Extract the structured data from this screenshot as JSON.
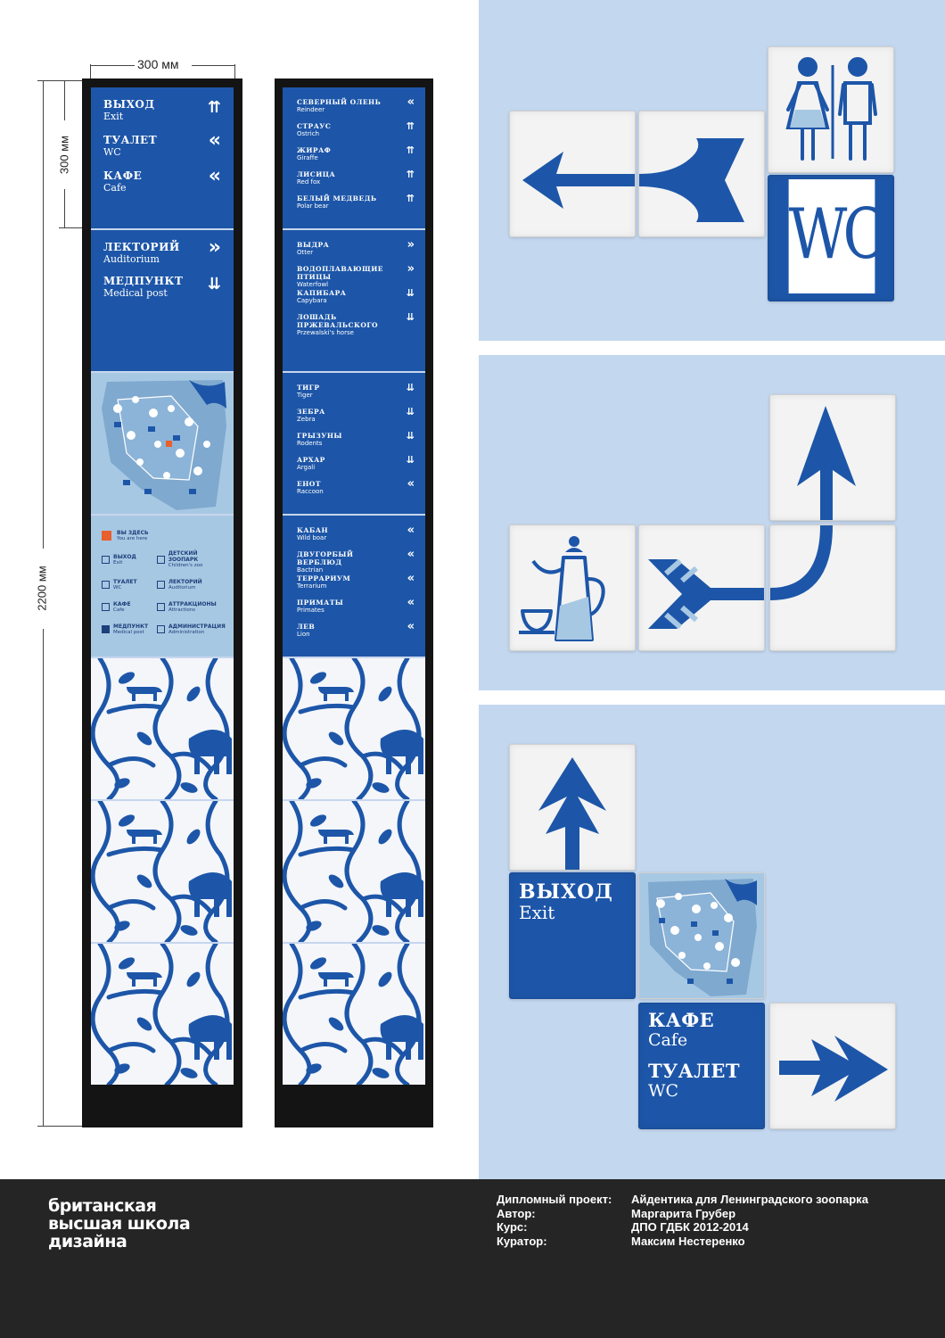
{
  "dimensions": {
    "width_label": "300 мм",
    "tile_height_label": "300 мм",
    "total_height_label": "2200 мм"
  },
  "pylon1": {
    "tile1": [
      {
        "ru": "ВЫХОД",
        "en": "Exit",
        "arrow": "⇈"
      },
      {
        "ru": "ТУАЛЕТ",
        "en": "WC",
        "arrow": "«"
      },
      {
        "ru": "КАФЕ",
        "en": "Cafe",
        "arrow": "«"
      }
    ],
    "tile2": [
      {
        "ru": "ЛЕКТОРИЙ",
        "en": "Auditorium",
        "arrow": "»"
      },
      {
        "ru": "МЕДПУНКТ",
        "en": "Medical post",
        "arrow": "⇊"
      }
    ],
    "legend": {
      "here_ru": "ВЫ ЗДЕСЬ",
      "here_en": "You are here",
      "items": [
        {
          "ru": "ВЫХОД",
          "en": "Exit"
        },
        {
          "ru": "ДЕТСКИЙ ЗООПАРК",
          "en": "Children's zoo"
        },
        {
          "ru": "ТУАЛЕТ",
          "en": "WC"
        },
        {
          "ru": "ЛЕКТОРИЙ",
          "en": "Auditorium"
        },
        {
          "ru": "КАФЕ",
          "en": "Cafe"
        },
        {
          "ru": "АТТРАКЦИОНЫ",
          "en": "Attractions"
        },
        {
          "ru": "МЕДПУНКТ",
          "en": "Medical post"
        },
        {
          "ru": "АДМИНИСТРАЦИЯ",
          "en": "Administration"
        }
      ]
    }
  },
  "pylon2": {
    "tiles": [
      [
        {
          "ru": "СЕВЕРНЫЙ ОЛЕНЬ",
          "en": "Reindeer",
          "arrow": "«"
        },
        {
          "ru": "СТРАУС",
          "en": "Ostrich",
          "arrow": "⇈"
        },
        {
          "ru": "ЖИРАФ",
          "en": "Giraffe",
          "arrow": "⇈"
        },
        {
          "ru": "ЛИСИЦА",
          "en": "Red fox",
          "arrow": "⇈"
        },
        {
          "ru": "БЕЛЫЙ МЕДВЕДЬ",
          "en": "Polar bear",
          "arrow": "⇈"
        }
      ],
      [
        {
          "ru": "ВЫДРА",
          "en": "Otter",
          "arrow": "»"
        },
        {
          "ru": "ВОДОПЛАВАЮЩИЕ ПТИЦЫ",
          "en": "Waterfowl",
          "arrow": "»"
        },
        {
          "ru": "КАПИБАРА",
          "en": "Capybara",
          "arrow": "⇊"
        },
        {
          "ru": "ЛОШАДЬ ПРЖЕВАЛЬСКОГО",
          "en": "Przewalski's horse",
          "arrow": "⇊"
        }
      ],
      [
        {
          "ru": "ТИГР",
          "en": "Tiger",
          "arrow": "⇊"
        },
        {
          "ru": "ЗЕБРА",
          "en": "Zebra",
          "arrow": "⇊"
        },
        {
          "ru": "ГРЫЗУНЫ",
          "en": "Rodents",
          "arrow": "⇊"
        },
        {
          "ru": "АРХАР",
          "en": "Argali",
          "arrow": "⇊"
        },
        {
          "ru": "ЕНОТ",
          "en": "Raccoon",
          "arrow": "«"
        }
      ],
      [
        {
          "ru": "КАБАН",
          "en": "Wild boar",
          "arrow": "«"
        },
        {
          "ru": "ДВУГОРБЫЙ ВЕРБЛЮД",
          "en": "Bactrian",
          "arrow": "«"
        },
        {
          "ru": "ТЕРРАРИУМ",
          "en": "Terrarium",
          "arrow": "«"
        },
        {
          "ru": "ПРИМАТЫ",
          "en": "Primates",
          "arrow": "«"
        },
        {
          "ru": "ЛЕВ",
          "en": "Lion",
          "arrow": "«"
        }
      ]
    ]
  },
  "panel1": {
    "wc_label": "WC"
  },
  "panel3": {
    "exit_ru": "ВЫХОД",
    "exit_en": "Exit",
    "cafe_ru": "КАФЕ",
    "cafe_en": "Cafe",
    "wc_ru": "ТУАЛЕТ",
    "wc_en": "WC"
  },
  "footer": {
    "school_line1": "британская",
    "school_line2": "высшая школа",
    "school_line3": "дизайна",
    "credits": [
      {
        "key": "Дипломный проект:",
        "value": "Айдентика для Ленинградского зоопарка"
      },
      {
        "key": "Автор:",
        "value": "Маргарита Грубер"
      },
      {
        "key": "Курс:",
        "value": "ДПО ГДБК 2012-2014"
      },
      {
        "key": "Куратор:",
        "value": "Максим Нестеренко"
      }
    ]
  },
  "colors": {
    "brand_blue": "#1d56a8",
    "panel_bg": "#c3d7ef",
    "map_bg": "#a7c8e3",
    "here_marker": "#e8602c",
    "footer_bg": "#252525"
  }
}
